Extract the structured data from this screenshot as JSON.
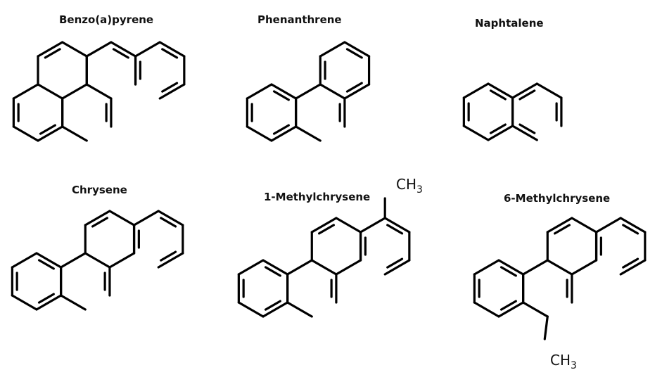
{
  "diagram": {
    "molecules": [
      {
        "id": "benzo-a-pyrene",
        "name": "Benzo(a)pyrene"
      },
      {
        "id": "phenanthrene",
        "name": "Phenanthrene"
      },
      {
        "id": "naphtalene",
        "name": "Naphtalene"
      },
      {
        "id": "chrysene",
        "name": "Chrysene"
      },
      {
        "id": "methylchrysene-1",
        "name": "1-Methylchrysene",
        "substituent": {
          "main": "CH",
          "sub": "3"
        }
      },
      {
        "id": "methylchrysene-6",
        "name": "6-Methylchrysene",
        "substituent": {
          "main": "CH",
          "sub": "3"
        }
      }
    ],
    "colors": {
      "line": "#000000",
      "background": "#ffffff"
    }
  }
}
